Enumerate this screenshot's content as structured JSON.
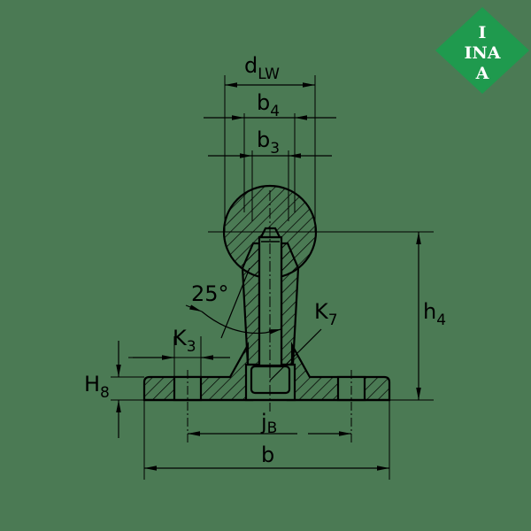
{
  "diagram": {
    "type": "technical-drawing",
    "subject": "INA linear bearing support rail with ball stud (cross-section)",
    "background_color": "#4b7a54",
    "line_color": "#000000"
  },
  "logo": {
    "lines": [
      "I",
      "INA",
      "A"
    ],
    "top": "I",
    "middle": "INA",
    "bottom": "A",
    "color": "#1f9a4e",
    "text_color": "#ffffff"
  },
  "dimensions": {
    "dLW": {
      "main": "d",
      "sub": "LW"
    },
    "b4": {
      "main": "b",
      "sub": "4"
    },
    "b3": {
      "main": "b",
      "sub": "3"
    },
    "h4": {
      "main": "h",
      "sub": "4"
    },
    "H8": {
      "main": "H",
      "sub": "8"
    },
    "K3": {
      "main": "K",
      "sub": "3"
    },
    "K7": {
      "main": "K",
      "sub": "7"
    },
    "jB": {
      "main": "j",
      "sub": "B"
    },
    "b": {
      "main": "b",
      "sub": ""
    },
    "angle": "25°"
  }
}
